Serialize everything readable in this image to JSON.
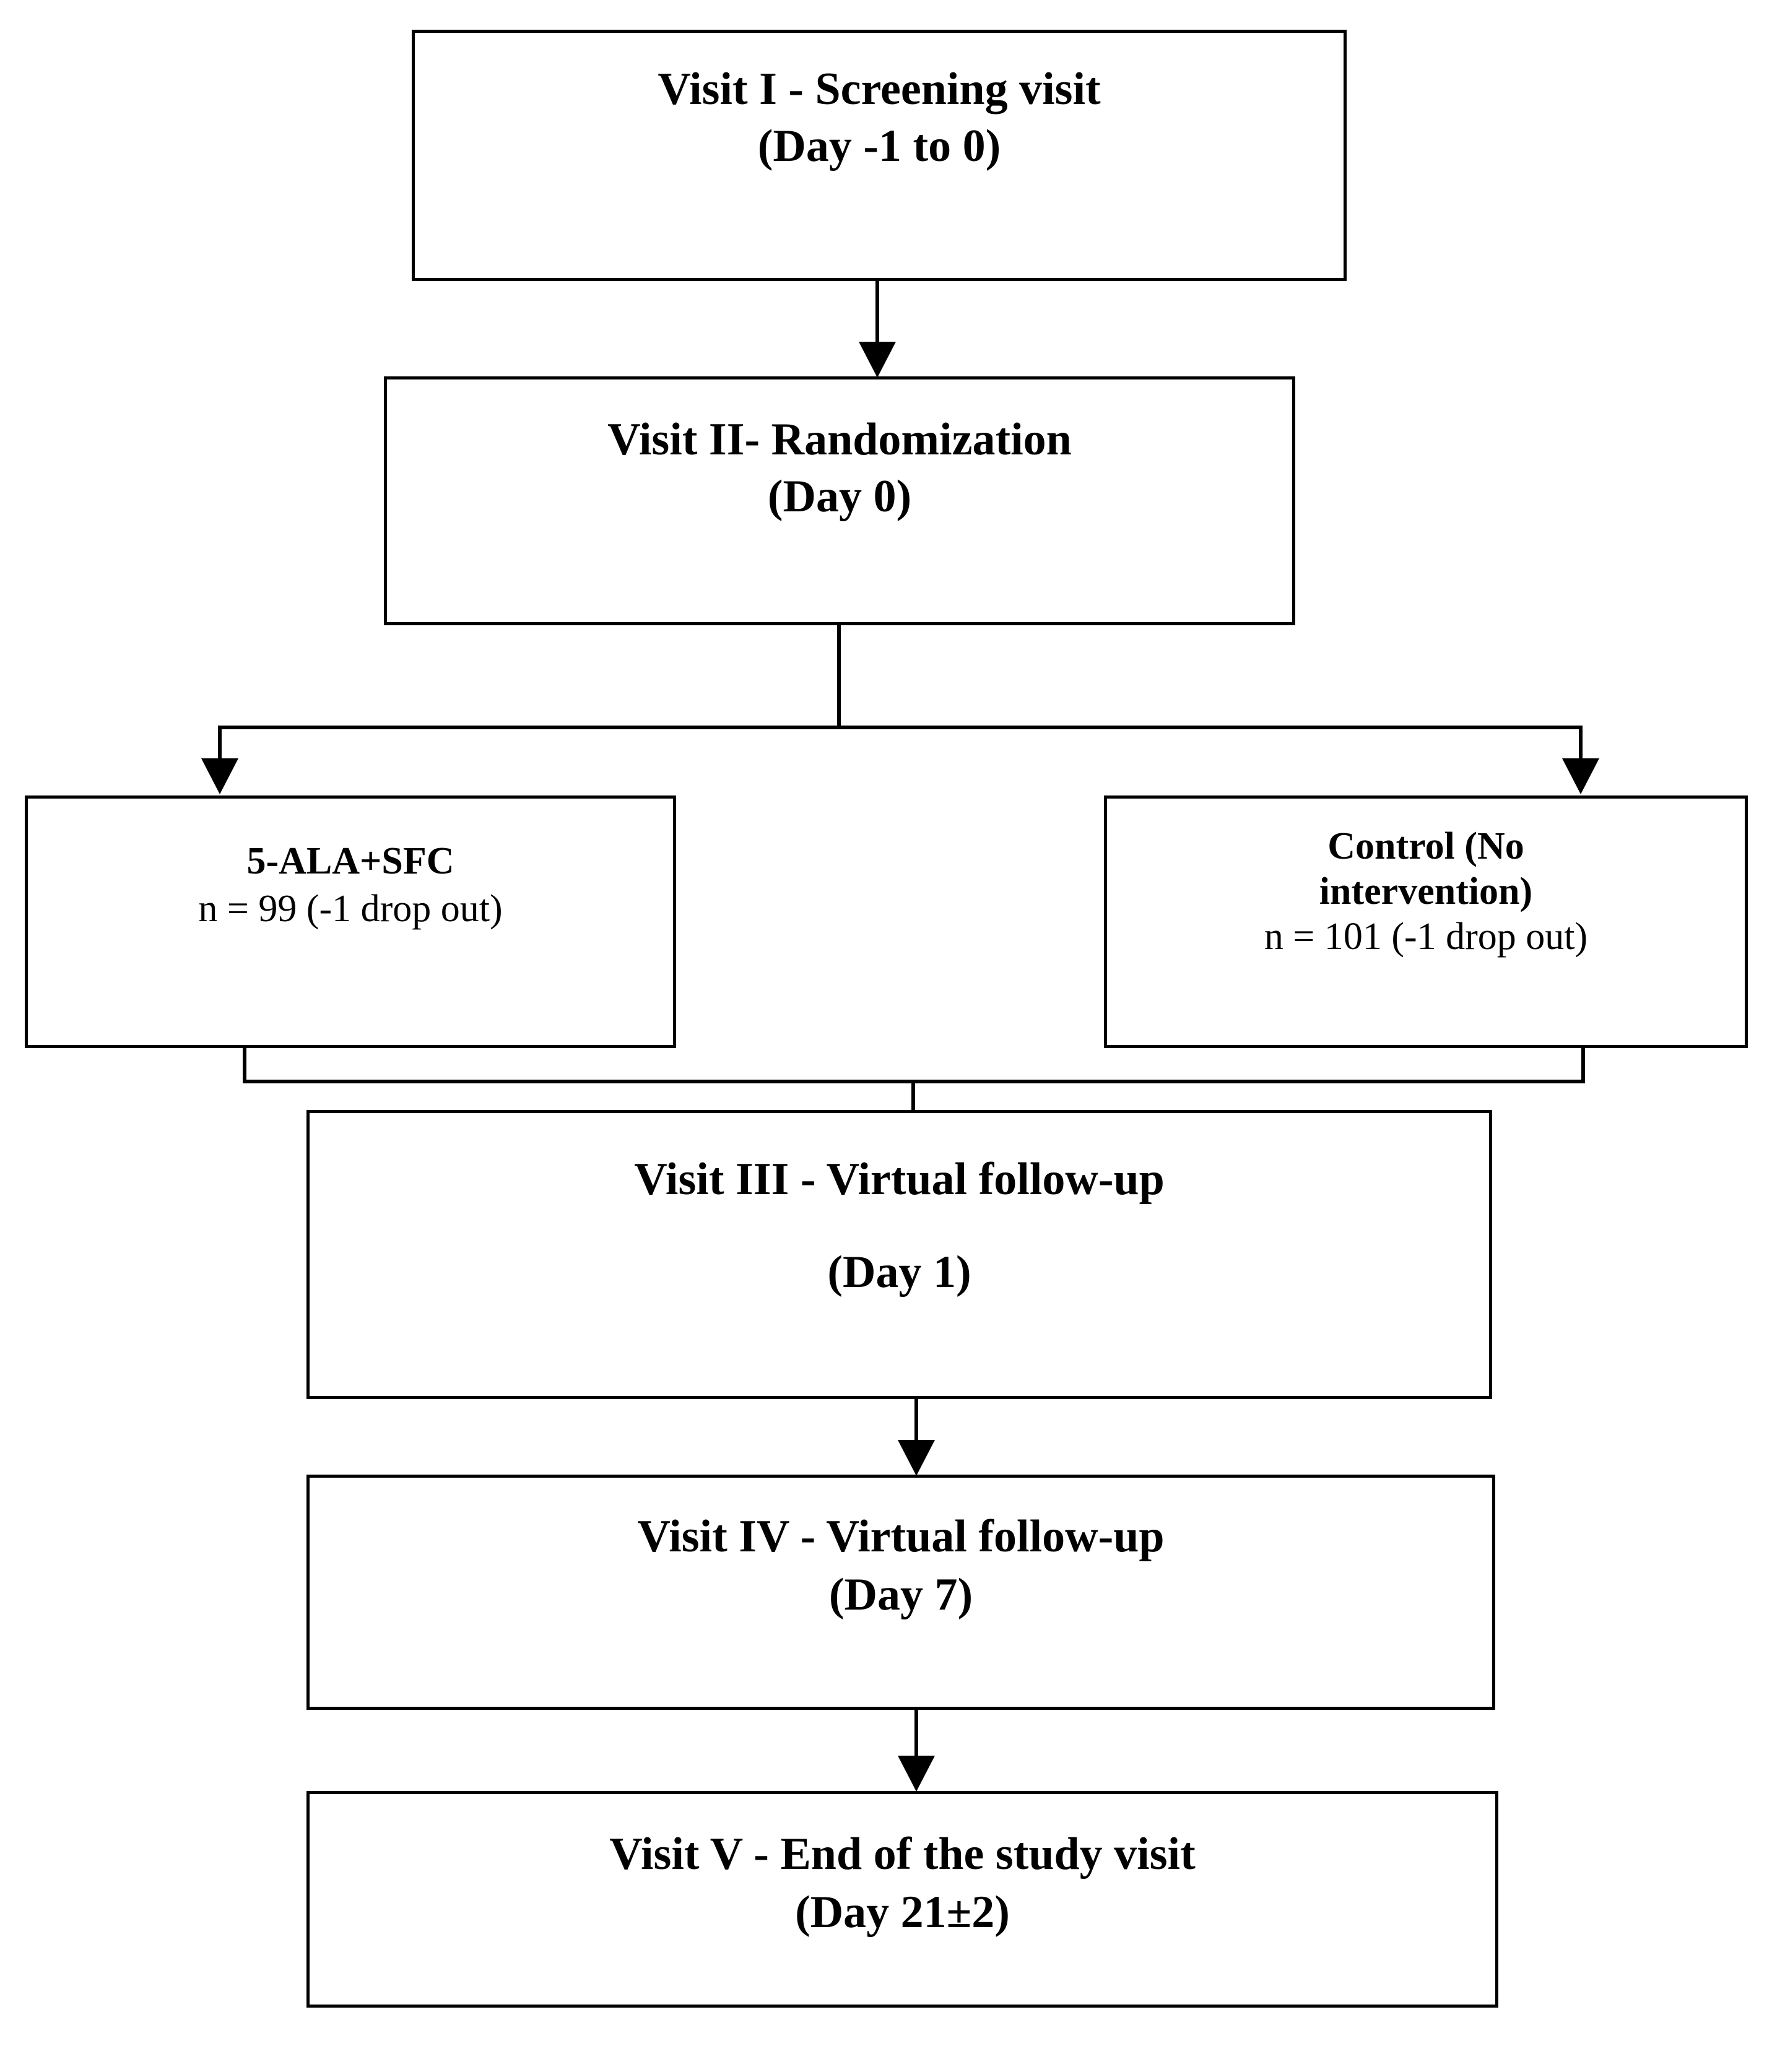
{
  "diagram": {
    "title": "Clinical trial visit schedule flowchart",
    "stroke_color": "#000000",
    "background_color": "#ffffff",
    "nodes": [
      {
        "id": "visit1",
        "lines": [
          {
            "text": "Visit I - Screening visit",
            "weight": "bold"
          },
          {
            "text": "(Day -1 to 0)",
            "weight": "bold"
          }
        ]
      },
      {
        "id": "visit2",
        "lines": [
          {
            "text": "Visit II- Randomization",
            "weight": "bold"
          },
          {
            "text": "(Day 0)",
            "weight": "bold"
          }
        ]
      },
      {
        "id": "arm_treatment",
        "lines": [
          {
            "text": "5-ALA+SFC",
            "weight": "bold"
          },
          {
            "text": "n = 99 (-1 drop out)",
            "weight": "regular"
          }
        ]
      },
      {
        "id": "arm_control",
        "lines": [
          {
            "text": "Control (No",
            "weight": "bold"
          },
          {
            "text": "intervention)",
            "weight": "bold"
          },
          {
            "text": "n = 101 (-1 drop out)",
            "weight": "regular"
          }
        ]
      },
      {
        "id": "visit3",
        "lines": [
          {
            "text": "Visit III - Virtual follow-up",
            "weight": "bold"
          },
          {
            "text": "(Day 1)",
            "weight": "bold"
          }
        ]
      },
      {
        "id": "visit4",
        "lines": [
          {
            "text": "Visit IV - Virtual follow-up",
            "weight": "bold"
          },
          {
            "text": "(Day 7)",
            "weight": "bold"
          }
        ]
      },
      {
        "id": "visit5",
        "lines": [
          {
            "text": "Visit V - End of the study visit",
            "weight": "bold"
          },
          {
            "text": "(Day 21±2)",
            "weight": "bold"
          }
        ]
      }
    ],
    "edges": [
      {
        "from": "visit1",
        "to": "visit2",
        "arrow": true
      },
      {
        "from": "visit2",
        "to": "arm_treatment",
        "arrow": true
      },
      {
        "from": "visit2",
        "to": "arm_control",
        "arrow": true
      },
      {
        "from": "arm_treatment",
        "to": "visit3",
        "arrow": false
      },
      {
        "from": "arm_control",
        "to": "visit3",
        "arrow": false
      },
      {
        "from": "visit3",
        "to": "visit4",
        "arrow": true
      },
      {
        "from": "visit4",
        "to": "visit5",
        "arrow": true
      }
    ]
  },
  "text": {
    "visit1_l1": "Visit I - Screening visit",
    "visit1_l2": "(Day -1 to 0)",
    "visit2_l1": "Visit II- Randomization",
    "visit2_l2": "(Day 0)",
    "arm_treatment_l1": "5-ALA+SFC",
    "arm_treatment_l2": "n = 99 (-1 drop out)",
    "arm_control_l1": "Control (No",
    "arm_control_l2": "intervention)",
    "arm_control_l3": "n = 101 (-1 drop out)",
    "visit3_l1": "Visit III - Virtual follow-up",
    "visit3_l2": "(Day 1)",
    "visit4_l1": "Visit IV - Virtual follow-up",
    "visit4_l2": "(Day 7)",
    "visit5_l1": "Visit V - End of the study visit",
    "visit5_l2": "(Day 21±2)"
  }
}
